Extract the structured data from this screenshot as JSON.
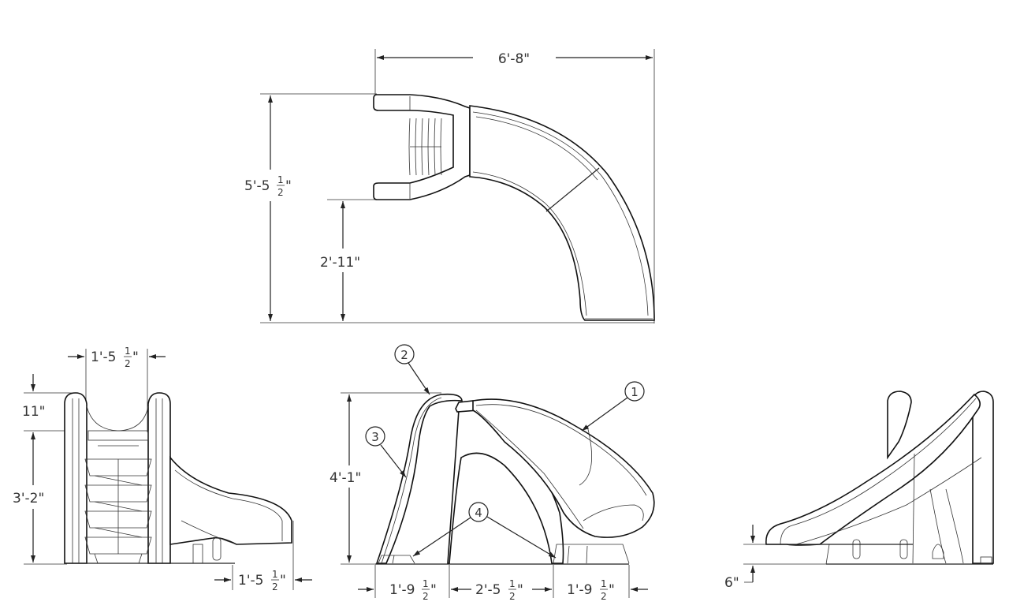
{
  "drawing": {
    "subject": "Pool slide technical drawing",
    "views": {
      "top": {
        "width_label": "6'-8\"",
        "height_whole": "5'-5",
        "height_frac_num": "1",
        "height_frac_den": "2",
        "height_suffix": "\"",
        "lower_label": "2'-11\""
      },
      "front": {
        "width_whole": "1'-5",
        "width_frac_num": "1",
        "width_frac_den": "2",
        "width_suffix": "\"",
        "top_label": "11\"",
        "height_label": "3'-2\"",
        "exit_whole": "1'-5",
        "exit_frac_num": "1",
        "exit_frac_den": "2",
        "exit_suffix": "\""
      },
      "side": {
        "height_label": "4'-1\"",
        "base_left_whole": "1'-9",
        "base_mid_whole": "2'-5",
        "base_right_whole": "1'-9",
        "frac_num": "1",
        "frac_den": "2",
        "suffix": "\"",
        "callouts": [
          "1",
          "2",
          "3",
          "4"
        ]
      },
      "rear": {
        "clearance_label": "6\""
      }
    }
  }
}
